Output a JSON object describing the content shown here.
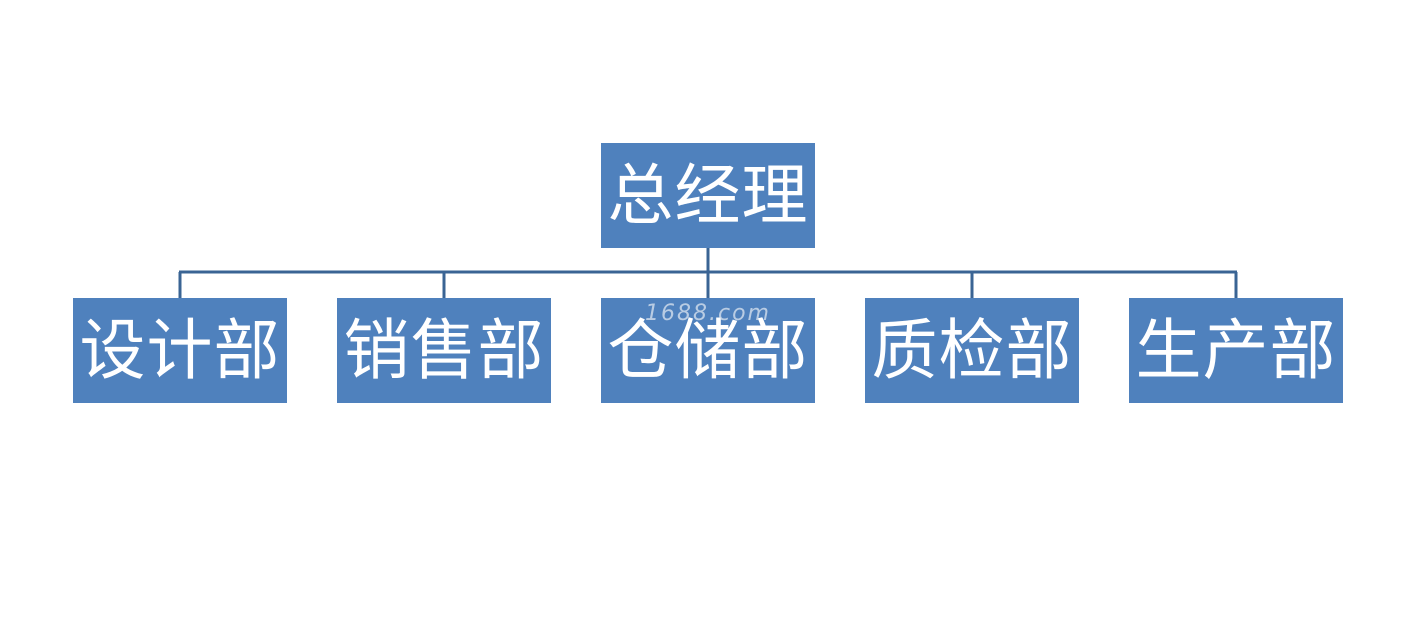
{
  "org_chart": {
    "root": {
      "label": "总经理"
    },
    "departments": [
      {
        "label": "设计部"
      },
      {
        "label": "销售部"
      },
      {
        "label": "仓储部"
      },
      {
        "label": "质检部"
      },
      {
        "label": "生产部"
      }
    ]
  },
  "watermark": "1688.com",
  "colors": {
    "node_fill": "#4f81bd",
    "connector": "#3a6494",
    "text": "#ffffff"
  }
}
